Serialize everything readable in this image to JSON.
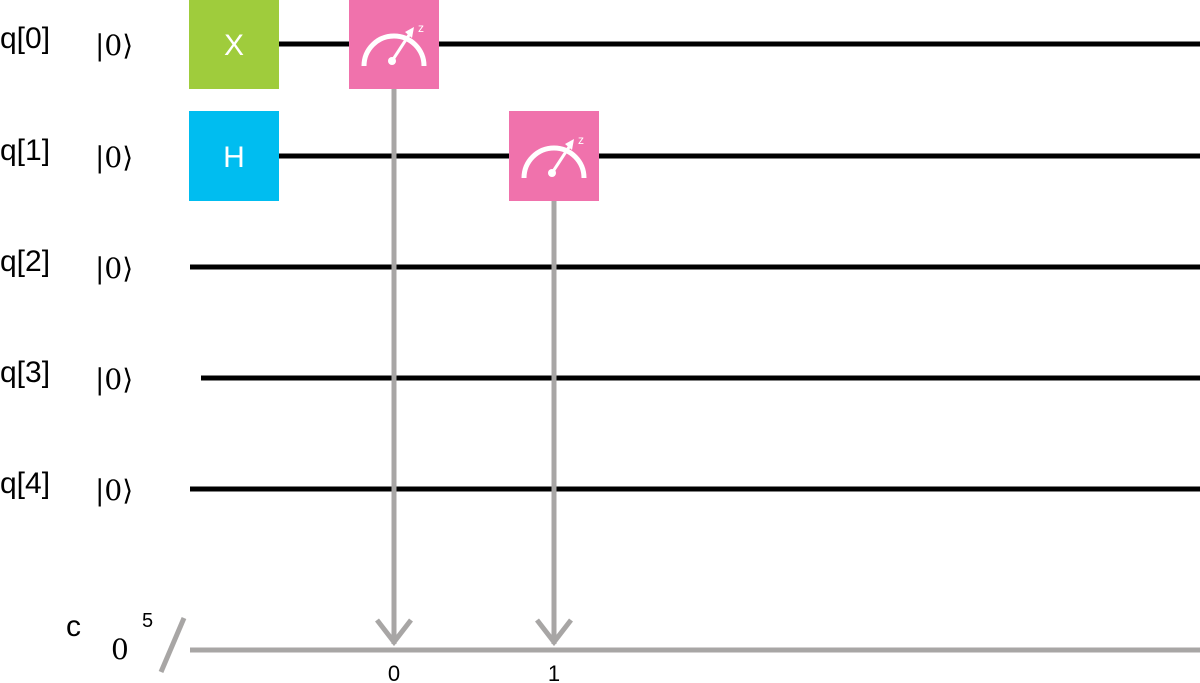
{
  "qubits": [
    {
      "label": "q[0]",
      "init": "|0⟩"
    },
    {
      "label": "q[1]",
      "init": "|0⟩"
    },
    {
      "label": "q[2]",
      "init": "|0⟩"
    },
    {
      "label": "q[3]",
      "init": "|0⟩"
    },
    {
      "label": "q[4]",
      "init": "|0⟩"
    }
  ],
  "classical_register": {
    "label": "c",
    "init": "0",
    "width": "5"
  },
  "gates": [
    {
      "name": "X",
      "qubit": 0,
      "column": 0,
      "color": "#9fcc3c"
    },
    {
      "name": "H",
      "qubit": 1,
      "column": 0,
      "color": "#00bdf0"
    }
  ],
  "measurements": [
    {
      "qubit": 0,
      "bit": "0",
      "column": 1,
      "axis": "z",
      "color": "#f072ac"
    },
    {
      "qubit": 1,
      "bit": "1",
      "column": 2,
      "axis": "z",
      "color": "#f072ac"
    }
  ],
  "colors": {
    "qubit_wire": "#000000",
    "classical_wire": "#a8a6a5"
  }
}
